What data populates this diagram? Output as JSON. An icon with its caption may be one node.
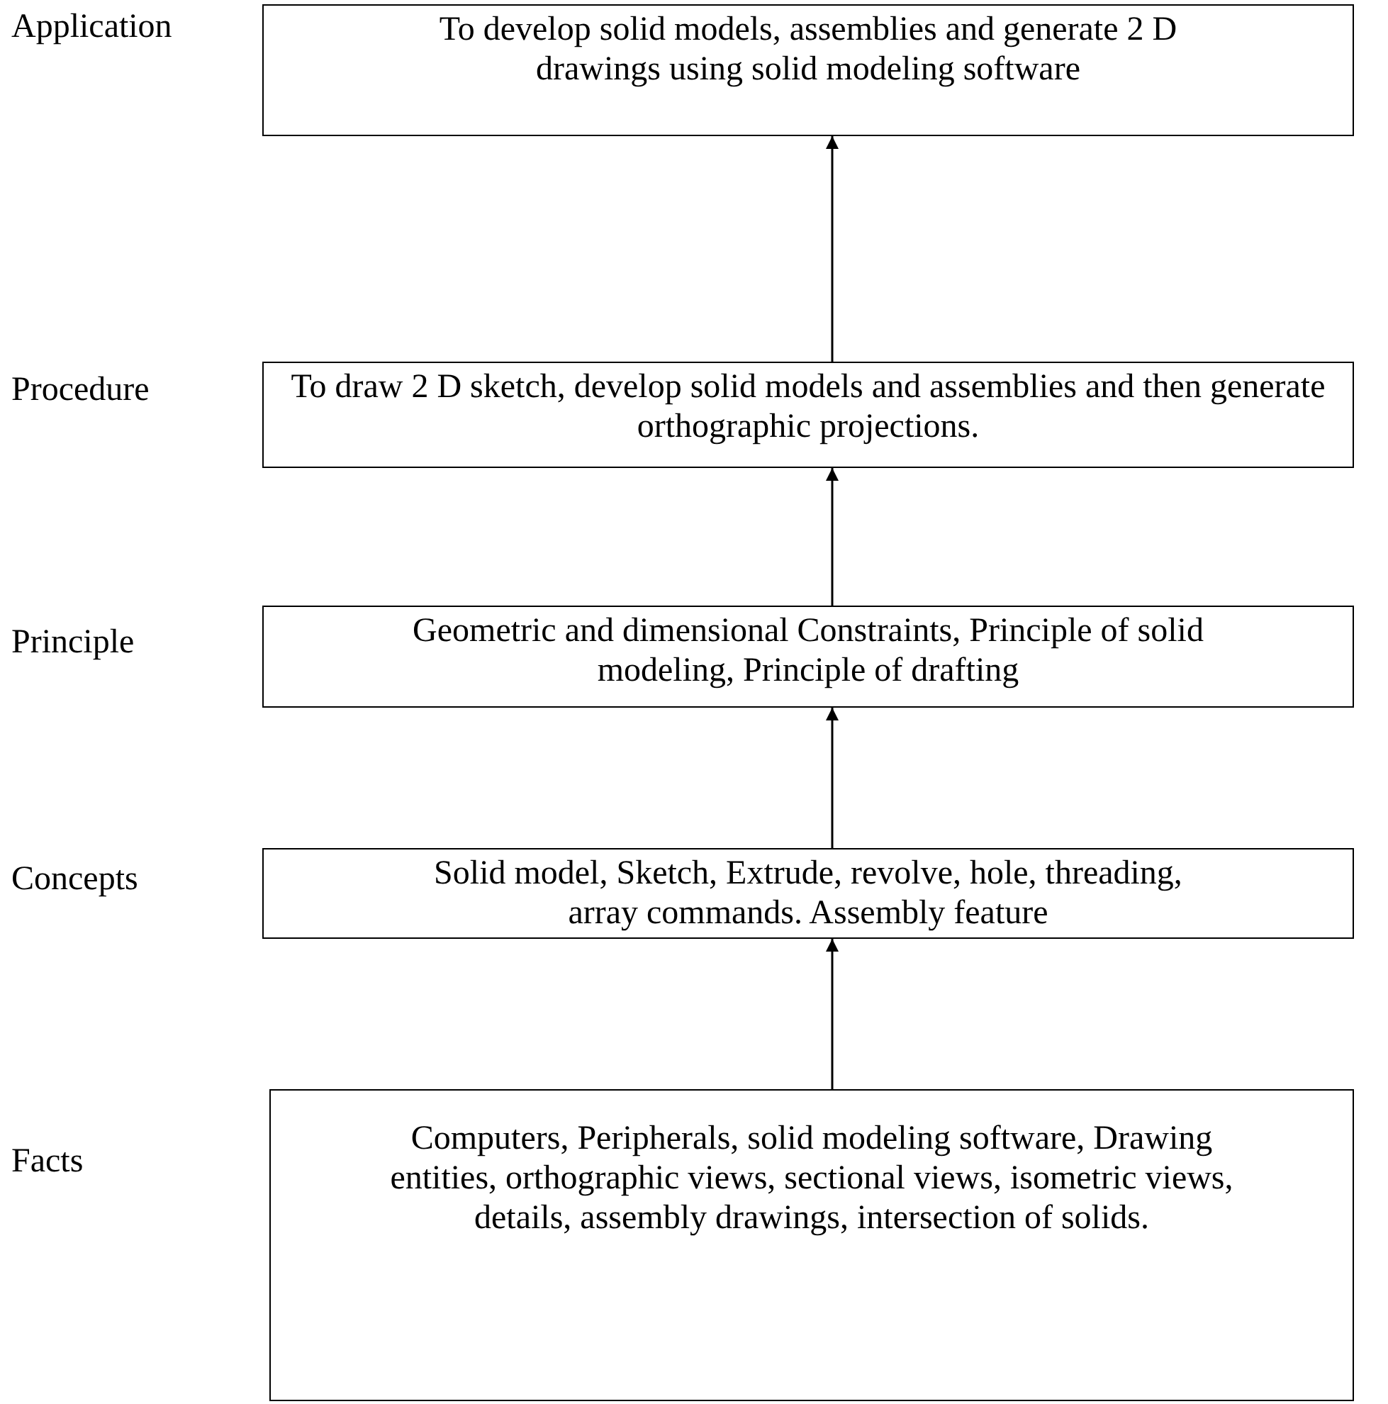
{
  "diagram": {
    "nodes": [
      {
        "text": [
          "To develop solid models, assemblies and generate 2 D drawings using solid modeling software"
        ]
      },
      {
        "text": [
          "To draw 2 D sketch, develop solid models and assemblies and then generate orthographic projections."
        ]
      },
      {
        "text": [
          "Geometric and dimensional Constraints, Principle of solid modeling, Principle of drafting"
        ]
      },
      {
        "text": [
          "Solid model, Sketch, Extrude, revolve, hole, threading, array commands. Assembly feature"
        ]
      },
      {
        "text": [
          "Computers, Peripherals, solid modeling software, Drawing entities, orthographic views, sectional views, isometric views, details, assembly drawings, intersection of solids."
        ]
      }
    ],
    "edges": [
      {
        "from": 4,
        "to": 3,
        "arrow": "to"
      },
      {
        "from": 3,
        "to": 2,
        "arrow": "to"
      },
      {
        "from": 2,
        "to": 1,
        "arrow": "to"
      },
      {
        "from": 1,
        "to": 0,
        "arrow": "to"
      }
    ],
    "labels": [
      "Application",
      "Procedure",
      "Principle",
      "Concepts",
      "Facts"
    ]
  }
}
